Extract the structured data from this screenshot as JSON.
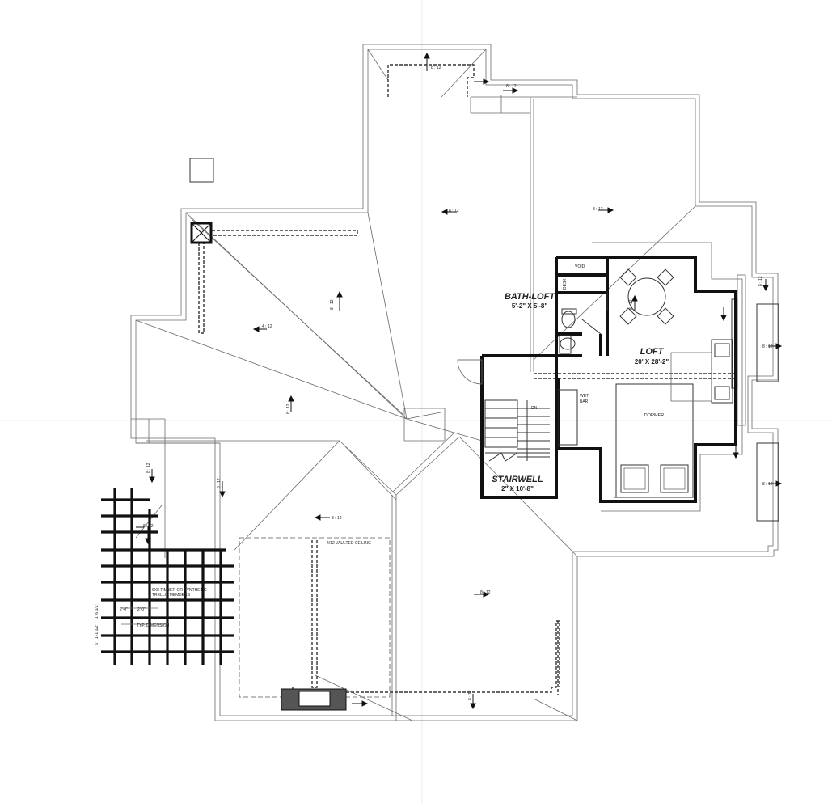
{
  "rooms": {
    "bath_loft": {
      "name": "BATH-LOFT",
      "dims": "5'-2\" X 5'-8\""
    },
    "loft": {
      "name": "LOFT",
      "dims": "20' X 28'-2\""
    },
    "stairwell": {
      "name": "STAIRWELL",
      "dims": "2\" X 10'-8\""
    },
    "dormer": {
      "name": "DORMER"
    },
    "wet_bar": {
      "line1": "WET",
      "line2": "BAR"
    },
    "void": {
      "name": "VOID"
    },
    "desk": {
      "name": "DESK"
    },
    "stair_dn": {
      "name": "DN"
    }
  },
  "notes": {
    "vaulted_ceiling": "4/12 VAULTED CEILING",
    "trellis_line1": "6X8 TIMBER OR SYNTHETIC",
    "trellis_line2": "TRELLIS MEMBERS",
    "typ_dimension": "TYP. DIMENSION",
    "dim_2_0_a": "2'-0\"",
    "dim_2_0_b": "2'-0\"",
    "dim_vert_a": "1'-6 1/2\"",
    "dim_vert_b": "1'-1 1/2\"",
    "dim_vert_c": "5\""
  },
  "slopes": {
    "label": "8 : 12",
    "label_4": "4 : 12"
  }
}
